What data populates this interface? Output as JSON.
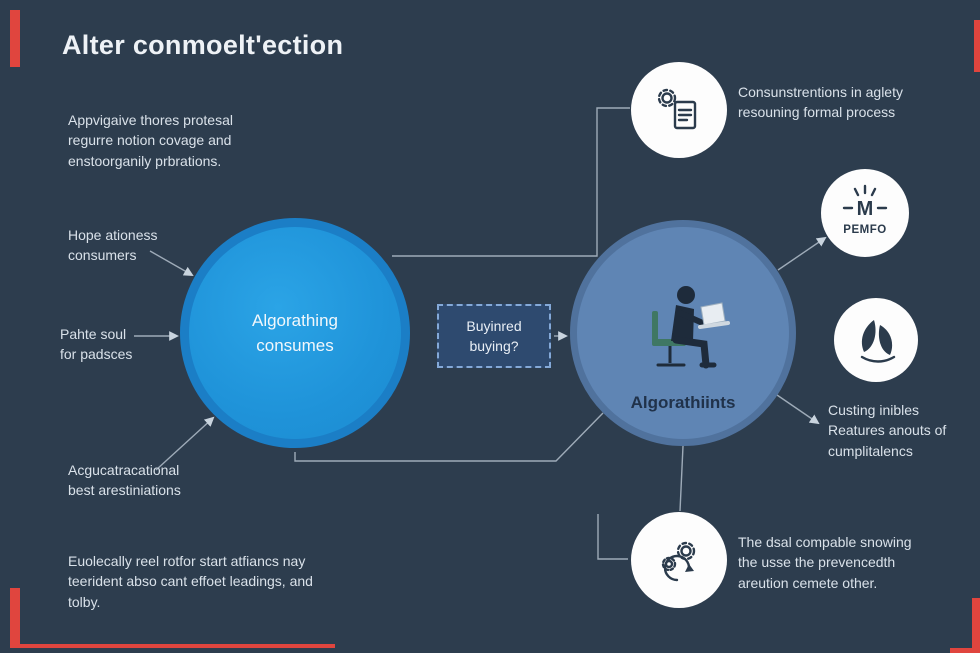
{
  "title": "Alter conmoelt'ection",
  "left_notes": {
    "note1": "Appvigaive thores protesal\nregurre notion covage and\nenstoorganily prbrations.",
    "note2": "Hope ationess\nconsumers",
    "note3": "Pahte soul\nfor padsces",
    "note4": "Acgucatracational\nbest arestiniations",
    "note5": "Euolecally reel rotfor start atfiancs nay\nteerident abso cant effoet leadings, and\ntolby."
  },
  "nodes": {
    "main_circle_label": "Algorathing\nconsumes",
    "decision_label": "Buyinred\nbuying?",
    "person_circle_label": "Algorathiints",
    "pemfo_label": "PEMFO"
  },
  "right_notes": {
    "top": "Consunstrentions in aglety\nresouning formal process",
    "middle": "Custing inibles\nReatures anouts of\ncumplitalencs",
    "bottom": "The dsal compable snowing\nthe usse the prevencedth\nareution cemete other."
  },
  "colors": {
    "background": "#2d3d4e",
    "accent_red": "#e0453e",
    "main_circle_fill": "#1f93d9",
    "main_circle_rim": "#1b7ec6",
    "person_circle_fill": "#5f85b4",
    "decision_fill": "#2e4a6f",
    "decision_border": "#84a9d8",
    "icon_circle_fill": "#fdfdfd",
    "icon_ink": "#2b3b4c",
    "connector": "#bac7d3",
    "text_light": "#d9e1e9"
  }
}
